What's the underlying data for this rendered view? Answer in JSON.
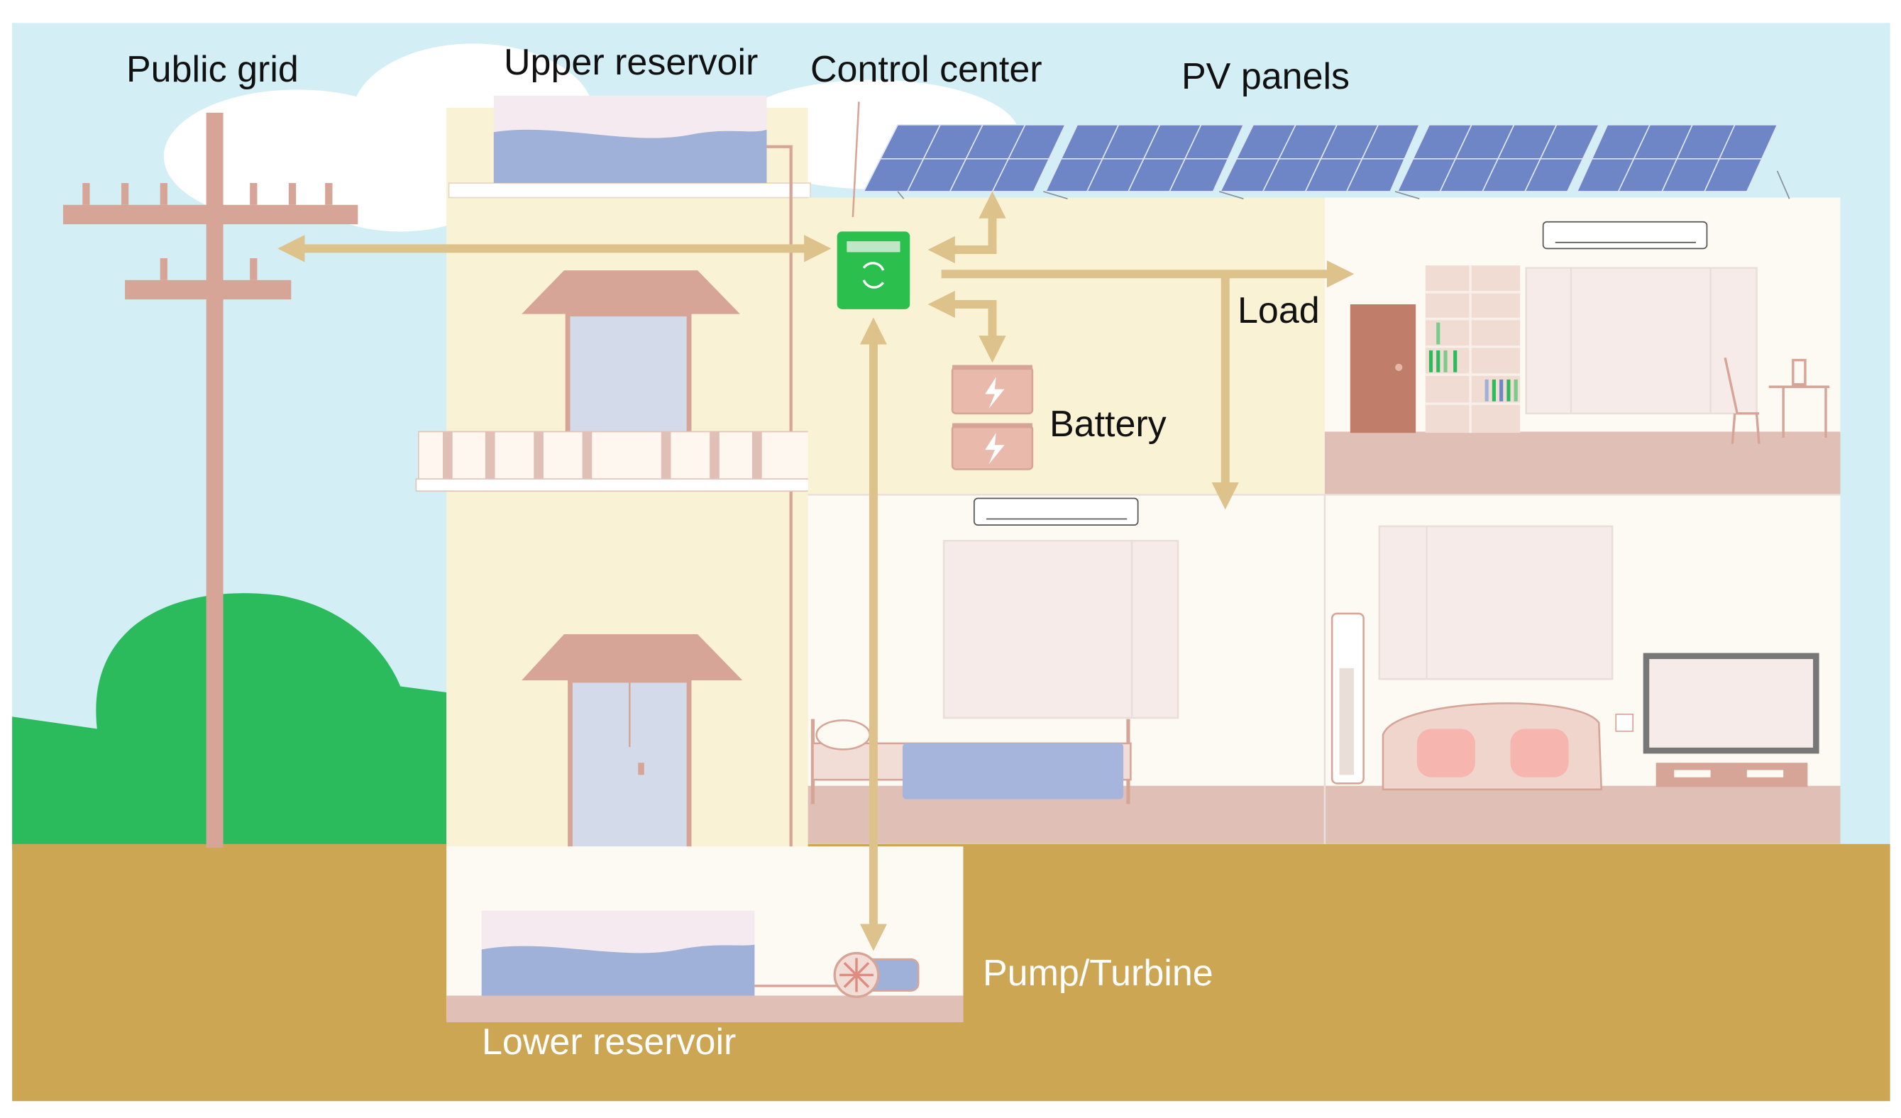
{
  "labels": {
    "public_grid": "Public grid",
    "upper_reservoir": "Upper reservoir",
    "control_center": "Control center",
    "pv_panels": "PV  panels",
    "load": "Load",
    "battery": "Battery",
    "pump_turbine": "Pump/Turbine",
    "lower_reservoir": "Lower reservoir"
  },
  "colors": {
    "sky": "#d3eff5",
    "ground": "#cca653",
    "grass": "#2bbb5d",
    "building": "#faf2d5",
    "room": "#fdf9f3",
    "floor": "#e0bfb6",
    "pole": "#d7a597",
    "arrow": "#dec28c",
    "water": "#9fb0d9",
    "controller": "#2bbf4d",
    "pv": "#6f86c6",
    "battery": "#e9b9ab"
  },
  "icons": {
    "controller": "refresh-icon",
    "battery": "lightning-icon"
  }
}
